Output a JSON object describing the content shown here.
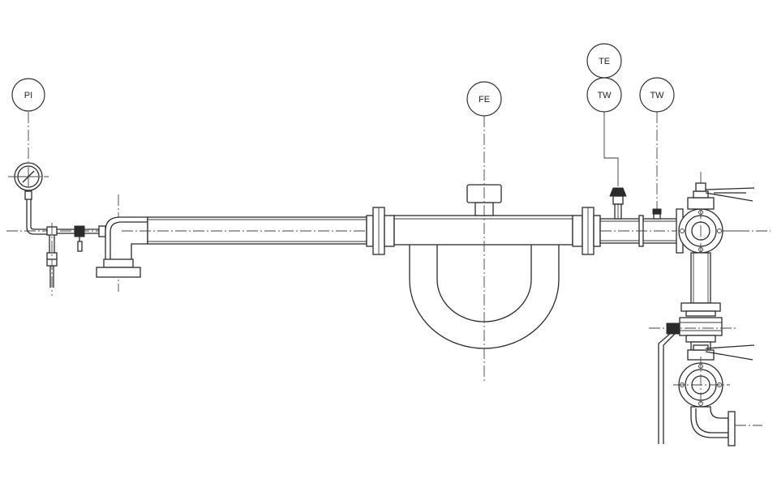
{
  "instruments": {
    "pi": "PI",
    "fe": "FE",
    "te": "TE",
    "tw1": "TW",
    "tw2": "TW"
  }
}
